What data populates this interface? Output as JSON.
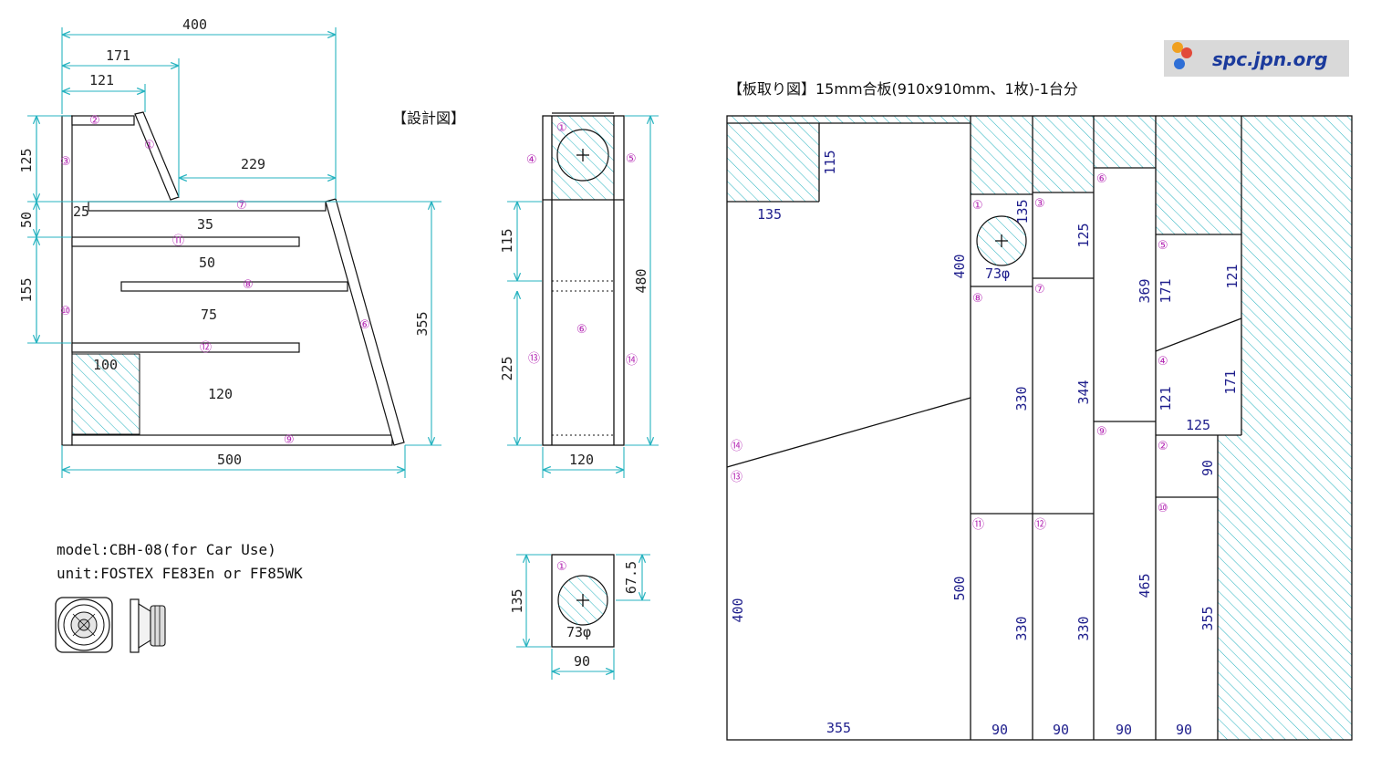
{
  "header": {
    "design_title": "【設計図】",
    "cut_title": "【板取り図】15mm合板(910x910mm、1枚)-1台分",
    "logo_text": "spc.jpn.org"
  },
  "info": {
    "model": "model:CBH-08(for Car Use)",
    "unit": "unit:FOSTEX FE83En or FF85WK"
  },
  "colors": {
    "dimension": "#27b3c0",
    "hatch": "#27b3c0",
    "part_marker": "#b52bb5",
    "cut_dimension": "#1e1e8c"
  },
  "side_view": {
    "dims": {
      "top_width": "400",
      "d171": "171",
      "d121": "121",
      "d229": "229",
      "d125": "125",
      "d50": "50",
      "d155": "155",
      "d355": "355",
      "bottom_width": "500"
    },
    "inner": {
      "i25": "25",
      "i35": "35",
      "i50": "50",
      "i75": "75",
      "i100": "100",
      "i120": "120"
    },
    "parts": [
      "②",
      "①",
      "③",
      "⑦",
      "⑪",
      "⑧",
      "⑥",
      "⑩",
      "⑫",
      "⑨"
    ]
  },
  "front_view": {
    "dims": {
      "d115": "115",
      "d225": "225",
      "d480": "480",
      "width": "120"
    },
    "parts": [
      "①",
      "④",
      "⑤",
      "⑥",
      "⑬",
      "⑭"
    ]
  },
  "baffle_view": {
    "dims": {
      "height": "135",
      "offset": "67.5",
      "width": "90",
      "hole": "73φ"
    },
    "parts": [
      "①"
    ]
  },
  "cut_sheet": {
    "dims": {
      "s115": "115",
      "s135": "135",
      "s400a": "400",
      "s400b": "400",
      "s355": "355",
      "s500": "500",
      "h135": "135",
      "hole": "73φ",
      "c330a": "330",
      "c330b": "330",
      "b125": "125",
      "b344": "344",
      "b330": "330",
      "d369": "369",
      "d465": "465",
      "e121a": "121",
      "e171a": "171",
      "e121b": "121",
      "e171b": "171",
      "e125": "125",
      "e90": "90",
      "e355": "355",
      "w90a": "90",
      "w90b": "90",
      "w90c": "90",
      "w90d": "90"
    },
    "parts": [
      "①",
      "⑧",
      "⑪",
      "③",
      "⑦",
      "⑫",
      "⑥",
      "⑨",
      "⑤",
      "④",
      "②",
      "⑩",
      "⑭",
      "⑬"
    ]
  }
}
